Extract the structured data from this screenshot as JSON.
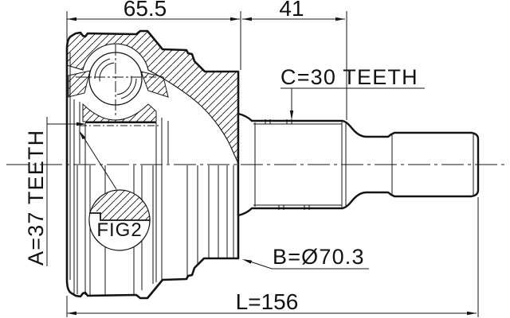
{
  "drawing": {
    "title": "cv-joint-outer-section-diagram",
    "dimensions": {
      "top_left_width": "65.5",
      "top_right_width": "41",
      "overall_length": "L=156"
    },
    "labels": {
      "teeth_a": "A=37 TEETH",
      "teeth_c": "C=30 TEETH",
      "diameter_b": "B=Ø70.3",
      "figure_ref": "FIG2"
    },
    "colors": {
      "line": "#141414",
      "background": "#ffffff"
    }
  }
}
